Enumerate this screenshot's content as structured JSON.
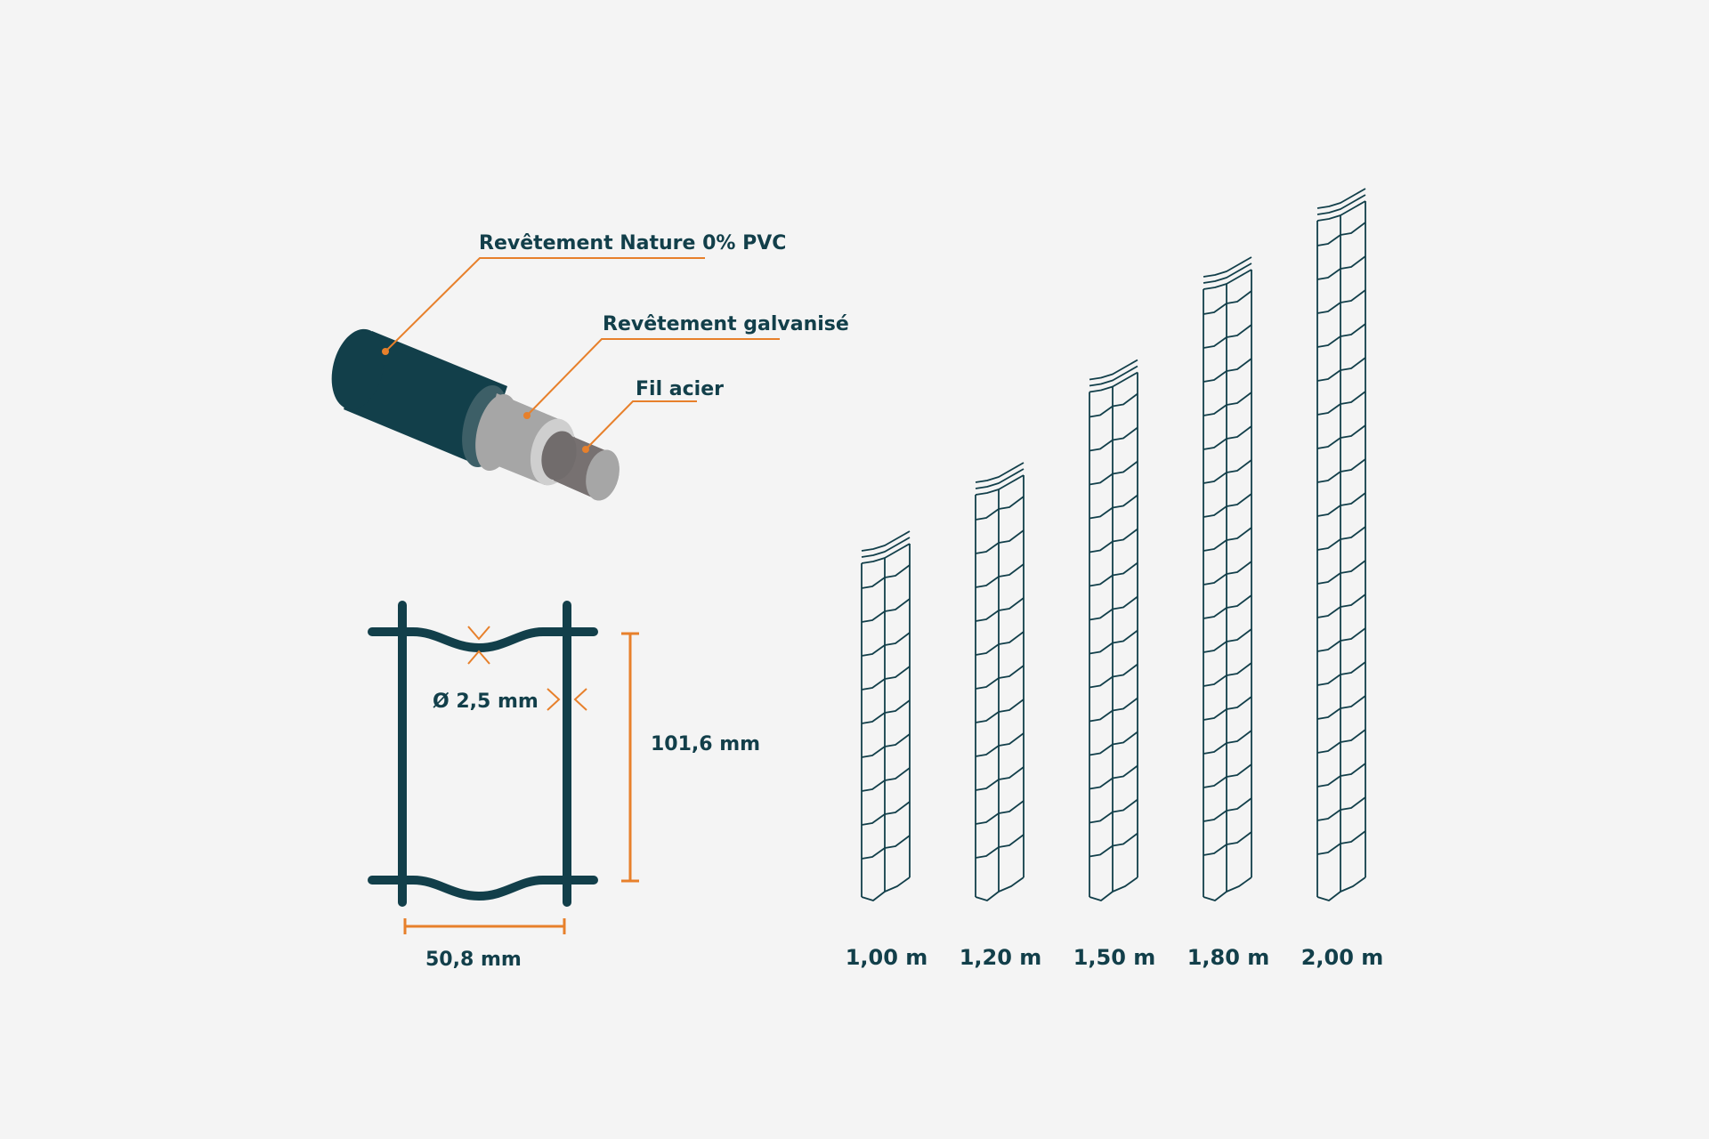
{
  "colors": {
    "background": "#f4f4f4",
    "dark_teal": "#123f4a",
    "accent_orange": "#e7802b",
    "galvanized_grey": "#a6a6a6",
    "steel_grey": "#777171",
    "light_grey": "#c8c8c8"
  },
  "cable": {
    "layers": [
      {
        "label": "Revêtement Nature 0% PVC"
      },
      {
        "label": "Revêtement galvanisé"
      },
      {
        "label": "Fil acier"
      }
    ]
  },
  "mesh": {
    "wire_diameter": "Ø 2,5 mm",
    "height": "101,6 mm",
    "width": "50,8 mm"
  },
  "panels": {
    "heights": [
      {
        "label": "1,00 m",
        "value": 1.0
      },
      {
        "label": "1,20 m",
        "value": 1.2
      },
      {
        "label": "1,50 m",
        "value": 1.5
      },
      {
        "label": "1,80 m",
        "value": 1.8
      },
      {
        "label": "2,00 m",
        "value": 2.0
      }
    ]
  }
}
